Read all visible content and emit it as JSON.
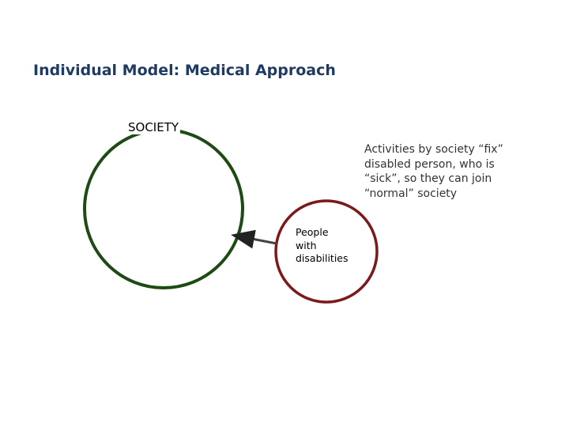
{
  "title": "Individual Model: Medical Approach",
  "society": {
    "label": "SOCIETY",
    "color": "#1e4a14"
  },
  "annotation": {
    "text": "Activities by society “fix” disabled person, who is “sick”, so they can join “normal” society"
  },
  "person_circle": {
    "lines": [
      "People",
      "with",
      "disabilities"
    ],
    "color": "#7a1a1a"
  },
  "arrow": {
    "direction": "from-person-to-society",
    "color": "#444444"
  }
}
